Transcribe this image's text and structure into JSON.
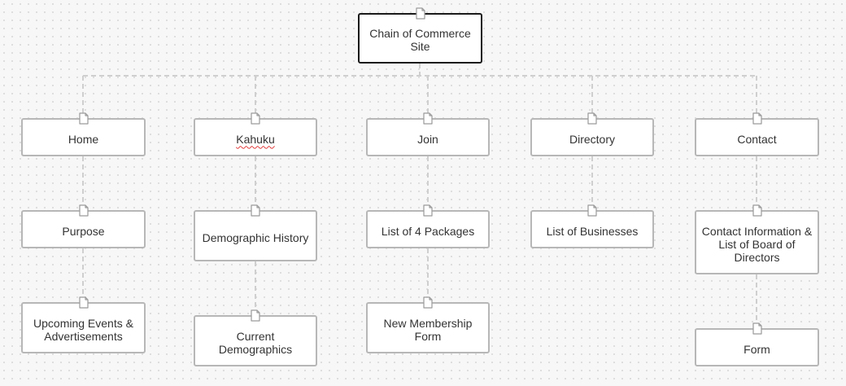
{
  "colors": {
    "background": "#f7f7f7",
    "node_border": "#b7b7b7",
    "root_border": "#1a1a1a",
    "connector": "#cfcfcf",
    "text": "#333333",
    "spellcheck_underline": "#e23b3b"
  },
  "icon": "page-icon",
  "sitemap": {
    "root": {
      "label": "Chain of Commerce Site"
    },
    "sections": [
      {
        "label": "Home",
        "children": [
          {
            "label": "Purpose"
          },
          {
            "label": "Upcoming Events & Advertisements"
          }
        ]
      },
      {
        "label": "Kahuku",
        "children": [
          {
            "label": "Demographic History"
          },
          {
            "label": "Current Demographics"
          }
        ]
      },
      {
        "label": "Join",
        "children": [
          {
            "label": "List of 4 Packages"
          },
          {
            "label": "New Membership Form"
          }
        ]
      },
      {
        "label": "Directory",
        "children": [
          {
            "label": "List of Businesses"
          }
        ]
      },
      {
        "label": "Contact",
        "children": [
          {
            "label": "Contact Information & List of Board of Directors"
          },
          {
            "label": "Form"
          }
        ]
      }
    ]
  }
}
